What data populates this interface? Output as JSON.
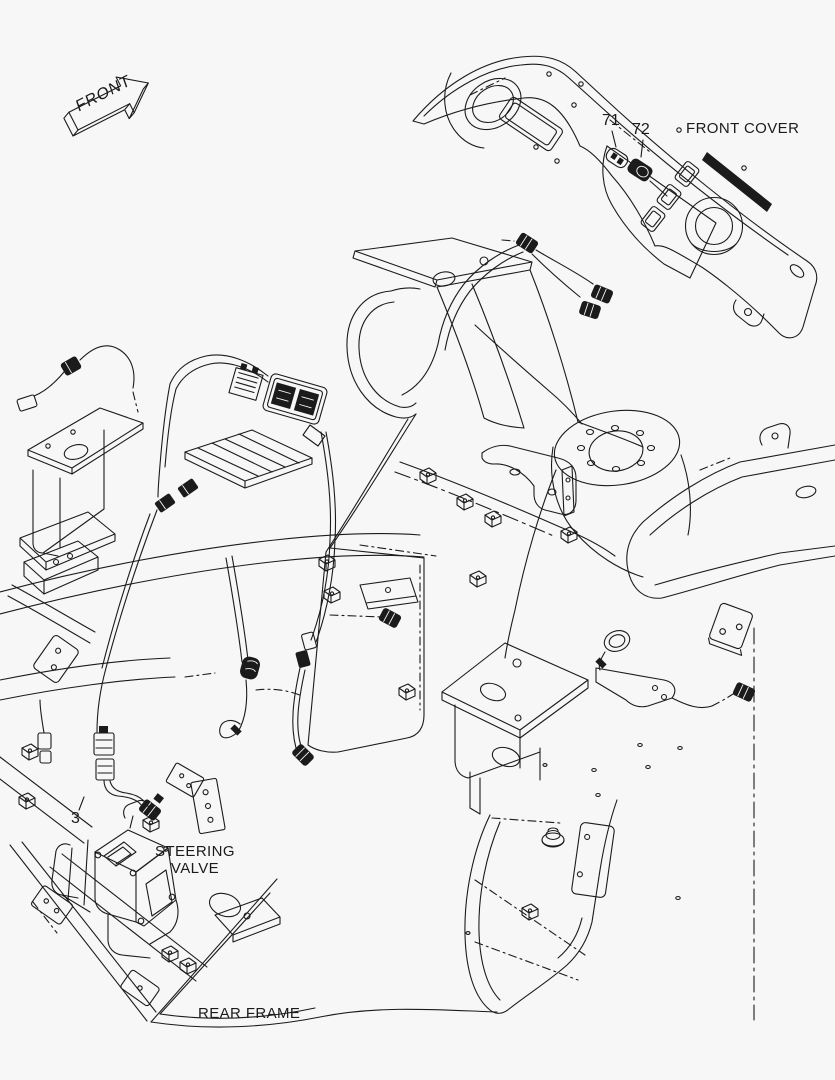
{
  "colors": {
    "background": "#f7f7f7",
    "ink": "#1b1b1b"
  },
  "labels": {
    "front_arrow": "FRONT",
    "front_cover": "FRONT COVER",
    "callout_71": "71",
    "callout_72": "72",
    "callout_3": "3",
    "steering_valve": "STEERING\nVALVE",
    "rear_frame": "REAR FRAME"
  }
}
